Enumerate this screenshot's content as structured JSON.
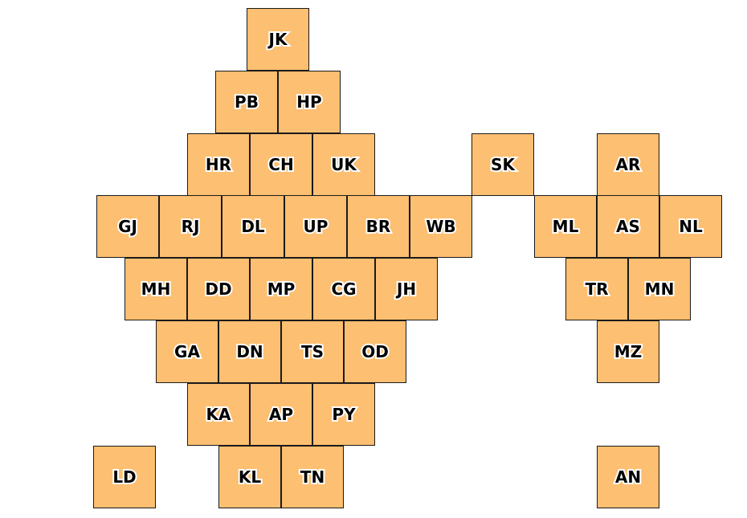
{
  "colors": {
    "tile_fill": "#fdbf71",
    "tile_border": "#1a1a1a",
    "label_text": "#000000",
    "label_halo": "#ffffff"
  },
  "tiles": [
    {
      "label": "JK"
    },
    {
      "label": "PB"
    },
    {
      "label": "HP"
    },
    {
      "label": "HR"
    },
    {
      "label": "CH"
    },
    {
      "label": "UK"
    },
    {
      "label": "SK"
    },
    {
      "label": "AR"
    },
    {
      "label": "GJ"
    },
    {
      "label": "RJ"
    },
    {
      "label": "DL"
    },
    {
      "label": "UP"
    },
    {
      "label": "BR"
    },
    {
      "label": "WB"
    },
    {
      "label": "ML"
    },
    {
      "label": "AS"
    },
    {
      "label": "NL"
    },
    {
      "label": "MH"
    },
    {
      "label": "DD"
    },
    {
      "label": "MP"
    },
    {
      "label": "CG"
    },
    {
      "label": "JH"
    },
    {
      "label": "TR"
    },
    {
      "label": "MN"
    },
    {
      "label": "GA"
    },
    {
      "label": "DN"
    },
    {
      "label": "TS"
    },
    {
      "label": "OD"
    },
    {
      "label": "MZ"
    },
    {
      "label": "KA"
    },
    {
      "label": "AP"
    },
    {
      "label": "PY"
    },
    {
      "label": "LD"
    },
    {
      "label": "KL"
    },
    {
      "label": "TN"
    },
    {
      "label": "AN"
    }
  ]
}
